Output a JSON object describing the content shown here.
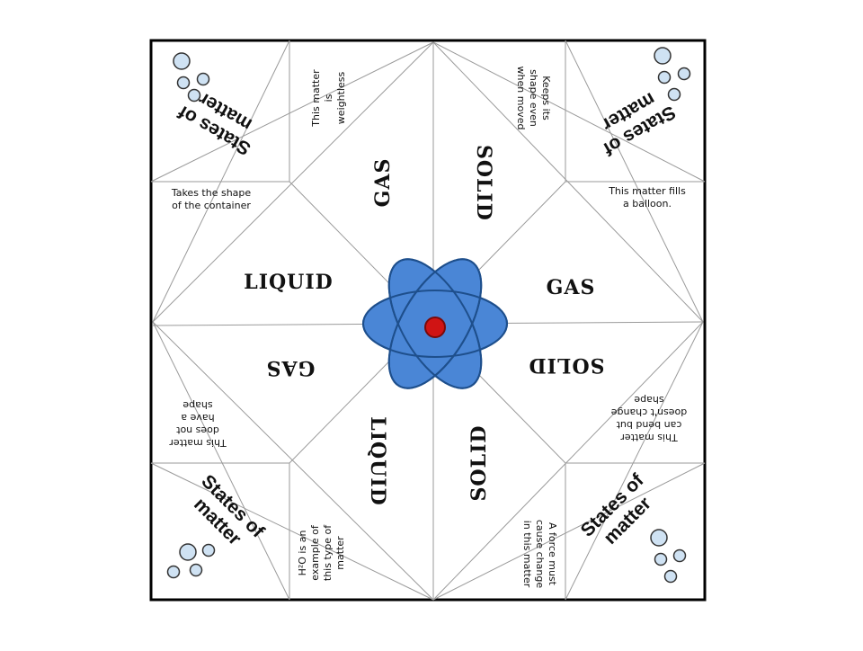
{
  "colors": {
    "frame": "#000000",
    "fold_line": "#9a9a9a",
    "atom_fill": "#4a86d6",
    "atom_stroke": "#1e4f8c",
    "nucleus": "#d01414",
    "bubble_fill": "#cfe2f3",
    "bubble_stroke": "#333333"
  },
  "icons": [
    "atom-icon",
    "bubbles-icon"
  ],
  "corners": {
    "top_left": "States of\nmatter",
    "top_right": "States of\nmatter",
    "bottom_left": "States of\nmatter",
    "bottom_right": "States of\nmatter"
  },
  "flap_words": {
    "top_left_flap": "GAS",
    "top_right_flap": "SOLID",
    "right_top": "GAS",
    "right_bottom": "SOLID",
    "bottom_right_flap": "SOLID",
    "bottom_left_flap": "LIQUID",
    "left_bottom": "GAS",
    "left_top": "LIQUID"
  },
  "clues": {
    "weightless": "This matter\nis\nweightless",
    "keeps_shape": "Keeps its\nshape even\nwhen moved",
    "fills_balloon": "This matter fills\na balloon.",
    "bend": "This matter\ncan bend but\ndoesn't change\nshape",
    "force": "A force must\ncause change\nin this matter",
    "h2o": "H²O is an\nexample of\nthis type of\nmatter",
    "no_shape": "This matter\ndoes not\nhave a\nshape",
    "container": "Takes the shape\nof the container"
  }
}
